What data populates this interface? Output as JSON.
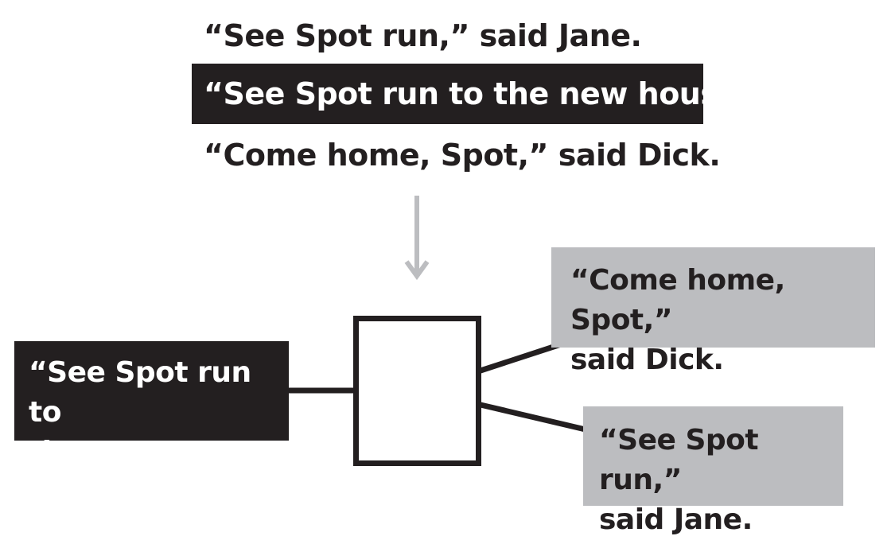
{
  "top_lines": {
    "line1": "“See Spot run,” said Jane.",
    "line2": "“See Spot run to the new house.”",
    "line3": "“Come home, Spot,” said Dick."
  },
  "input_box": {
    "line1": "“See Spot run to",
    "line2": "the new house.”"
  },
  "output_boxes": {
    "upper": {
      "line1": "“Come home, Spot,”",
      "line2": "said Dick."
    },
    "lower": {
      "line1": "“See Spot run,”",
      "line2": "said Jane."
    }
  },
  "colors": {
    "dark": "#231f20",
    "gray_box": "#bcbdc0",
    "arrow": "#bcbdc0",
    "highlight_text": "#ffffff"
  }
}
